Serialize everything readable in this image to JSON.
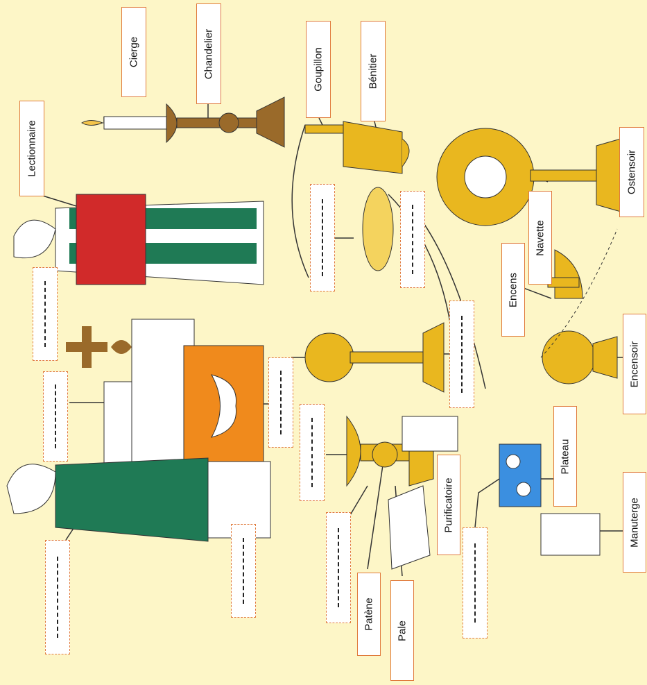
{
  "labels": {
    "cierge": "Cierge",
    "chandelier": "Chandelier",
    "lectionnaire": "Lectionnaire",
    "goupillon": "Goupillon",
    "benitier": "Bénitier",
    "ostensoir": "Ostensoir",
    "navette": "Navette",
    "encens": "Encens",
    "encensoir": "Encensoir",
    "plateau": "Plateau",
    "manuterge": "Manuterge",
    "purificatoire": "Purificatoire",
    "patene": "Patène",
    "pale": "Pale"
  },
  "colors": {
    "background": "#fdf6c7",
    "label_border": "#e07a3c",
    "gold": "#e9b71f",
    "brown": "#9a6a2a",
    "green": "#1f7a55",
    "red": "#d12a2a",
    "orange": "#f08a1c",
    "blue": "#3b8fe0"
  }
}
